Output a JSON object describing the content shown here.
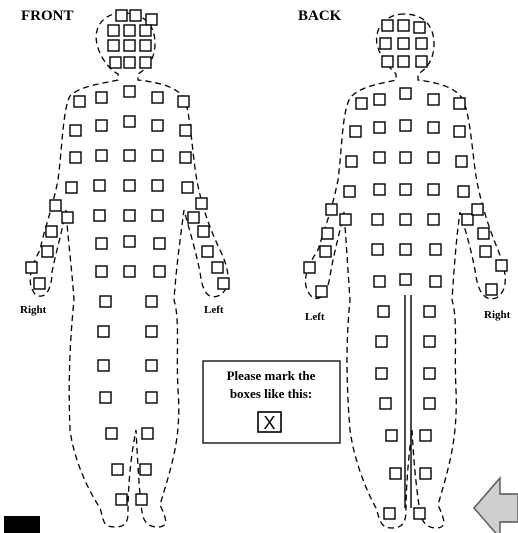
{
  "labels": {
    "front": "FRONT",
    "back": "BACK",
    "front_right": "Right",
    "front_left": "Left",
    "back_left": "Left",
    "back_right": "Right"
  },
  "instructions": {
    "line1": "Please mark the",
    "line2": "boxes like this:",
    "example_mark": "X"
  },
  "nav": {
    "next_icon": "arrow-left-icon"
  }
}
